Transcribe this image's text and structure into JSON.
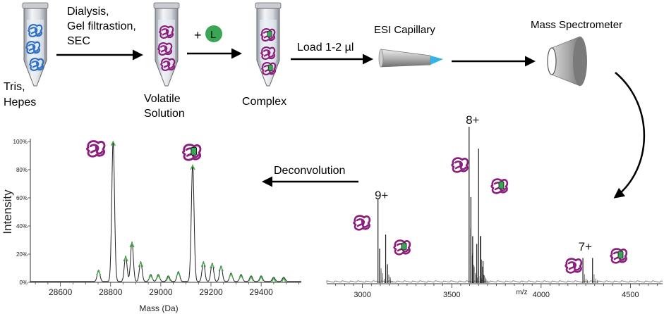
{
  "workflow": {
    "tube1_label": [
      "Tris,",
      "Hepes"
    ],
    "step1_label": [
      "Dialysis,",
      "Gel filtrastion,",
      "SEC"
    ],
    "tube2_label": [
      "Volatile",
      "Solution"
    ],
    "ligand_plus": "+",
    "ligand_letter": "L",
    "tube3_label": "Complex",
    "load_label": "Load 1-2 µl",
    "esi_label": "ESI Capillary",
    "ms_label": "Mass Spectrometer",
    "deconvolution_label": "Deconvolution"
  },
  "colors": {
    "protein_free": "#2f6fc4",
    "protein_complex": "#8b1f7e",
    "ligand": "#3aa655",
    "capillary_tip": "#33b3e6",
    "deconv_fill": "#4caf50"
  },
  "mz_spectrum": {
    "xlabel": "m/z",
    "xticks": [
      3000,
      3500,
      4000,
      4500
    ],
    "xlim": [
      2800,
      4680
    ],
    "charge_labels": [
      {
        "text": "9+",
        "mz": 3100
      },
      {
        "text": "8+",
        "mz": 3610
      },
      {
        "text": "7+",
        "mz": 4240
      }
    ],
    "peaks": [
      {
        "mz": 3087,
        "h": 0.54
      },
      {
        "mz": 3096,
        "h": 0.22
      },
      {
        "mz": 3130,
        "h": 0.31
      },
      {
        "mz": 3140,
        "h": 0.12
      },
      {
        "mz": 3597,
        "h": 1.0
      },
      {
        "mz": 3607,
        "h": 0.55
      },
      {
        "mz": 3617,
        "h": 0.3
      },
      {
        "mz": 3640,
        "h": 0.25
      },
      {
        "mz": 3650,
        "h": 0.86
      },
      {
        "mz": 3662,
        "h": 0.3
      },
      {
        "mz": 3675,
        "h": 0.14
      },
      {
        "mz": 4234,
        "h": 0.16
      },
      {
        "mz": 4288,
        "h": 0.16
      }
    ]
  },
  "chart_data": {
    "type": "line",
    "title": "",
    "xlabel": "Mass (Da)",
    "ylabel": "Intensity",
    "xlim": [
      28480,
      29560
    ],
    "ylim": [
      0,
      100
    ],
    "xticks": [
      28600,
      28800,
      29000,
      29200,
      29400
    ],
    "yticks": [
      "0%",
      "20%",
      "40%",
      "60%",
      "80%",
      "100%"
    ],
    "peaks": [
      {
        "x": 28752,
        "y": 8
      },
      {
        "x": 28810,
        "y": 100
      },
      {
        "x": 28860,
        "y": 18
      },
      {
        "x": 28885,
        "y": 28
      },
      {
        "x": 28920,
        "y": 14
      },
      {
        "x": 28960,
        "y": 5
      },
      {
        "x": 28990,
        "y": 5
      },
      {
        "x": 29030,
        "y": 4
      },
      {
        "x": 29070,
        "y": 7
      },
      {
        "x": 29127,
        "y": 83
      },
      {
        "x": 29170,
        "y": 14
      },
      {
        "x": 29205,
        "y": 13
      },
      {
        "x": 29240,
        "y": 11
      },
      {
        "x": 29280,
        "y": 6
      },
      {
        "x": 29320,
        "y": 5
      },
      {
        "x": 29360,
        "y": 4
      },
      {
        "x": 29400,
        "y": 4
      },
      {
        "x": 29450,
        "y": 3
      },
      {
        "x": 29490,
        "y": 3
      }
    ]
  }
}
